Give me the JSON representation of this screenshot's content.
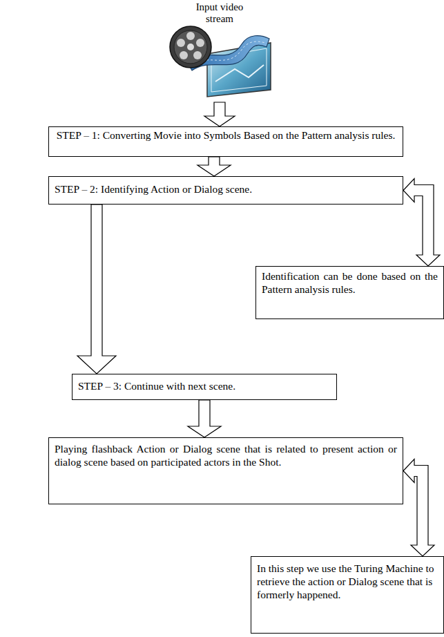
{
  "diagram": {
    "nodes": [
      {
        "text": [
          "STEP – 1: Converting Movie into Symbols Based on the Pattern analysis rules."
        ]
      },
      {
        "text": [
          "STEP – 2: Identifying Action or Dialog scene."
        ]
      },
      {
        "text": [
          "Identification can be done based on the Pattern analysis rules."
        ]
      },
      {
        "text": [
          "STEP – 3: Continue with next scene."
        ]
      },
      {
        "text": [
          "Playing flashback Action or Dialog scene that is related to present action or dialog scene based on participated actors in the Shot."
        ]
      },
      {
        "text": [
          "In this step we use the Turing Machine to retrieve the action or Dialog scene that is formerly happened."
        ]
      }
    ],
    "edges": [
      {
        "from": 0,
        "to": 1,
        "arrow": "to"
      },
      {
        "from": 1,
        "to": 2,
        "arrow": "both"
      },
      {
        "from": 1,
        "to": 3,
        "arrow": "to"
      },
      {
        "from": 3,
        "to": 4,
        "arrow": "to"
      },
      {
        "from": 4,
        "to": 5,
        "arrow": "both"
      }
    ],
    "labels": [
      "Input video stream"
    ]
  }
}
